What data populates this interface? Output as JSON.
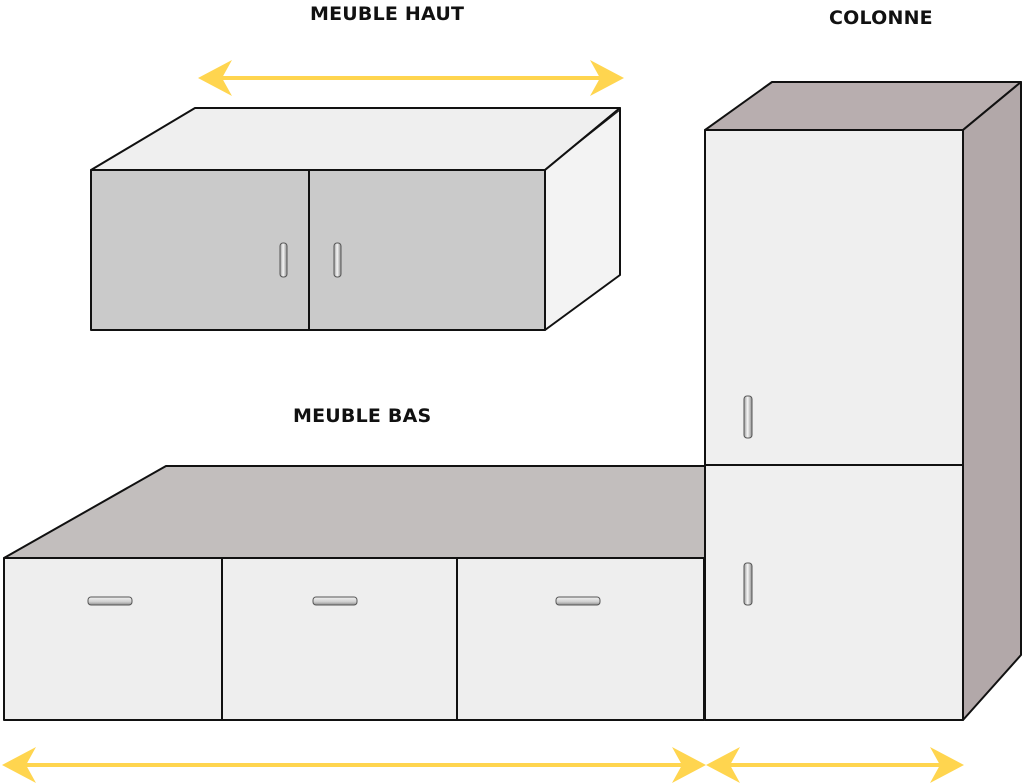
{
  "labels": {
    "upper_cabinet": "MEUBLE HAUT",
    "tall_column": "COLONNE",
    "lower_cabinet": "MEUBLE BAS"
  },
  "colors": {
    "arrow": "#FFD54F",
    "outline": "#111111",
    "upper_front": "#CACACA",
    "upper_top": "#EFEFEF",
    "upper_side": "#F3F3F3",
    "lower_front": "#EEEEEE",
    "lower_top": "#C2BEBD",
    "column_front": "#EFEFEF",
    "column_top": "#B8AEAF",
    "column_side": "#B2A8A9",
    "handle": "#D8D8D8"
  },
  "icons": {
    "width_arrow": "double-headed-arrow-icon",
    "handle": "door-handle-icon"
  }
}
